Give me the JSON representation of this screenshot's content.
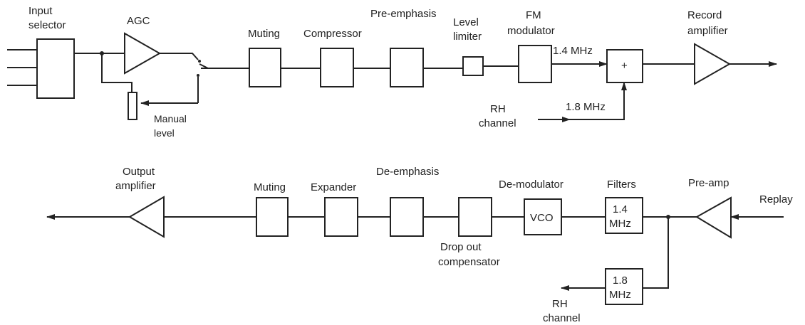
{
  "record_chain": {
    "input_selector": [
      "Input",
      "selector"
    ],
    "agc": "AGC",
    "manual_level": [
      "Manual",
      "level"
    ],
    "muting": "Muting",
    "compressor": "Compressor",
    "pre_emphasis": "Pre-emphasis",
    "level_limiter": [
      "Level",
      "limiter"
    ],
    "fm_modulator": [
      "FM",
      "modulator"
    ],
    "freq_main": "1.4 MHz",
    "freq_rh": "1.8 MHz",
    "adder_symbol": "+",
    "rh_channel": [
      "RH",
      "channel"
    ],
    "record_amplifier": [
      "Record",
      "amplifier"
    ]
  },
  "replay_chain": {
    "output_amplifier": [
      "Output",
      "amplifier"
    ],
    "muting": "Muting",
    "expander": "Expander",
    "de_emphasis": "De-emphasis",
    "drop_out": [
      "Drop out",
      "compensator"
    ],
    "de_modulator": "De-modulator",
    "vco": "VCO",
    "filters": "Filters",
    "filter_14": [
      "1.4",
      "MHz"
    ],
    "filter_18": [
      "1.8",
      "MHz"
    ],
    "pre_amp": "Pre-amp",
    "replay": "Replay",
    "rh_channel": [
      "RH",
      "channel"
    ]
  }
}
